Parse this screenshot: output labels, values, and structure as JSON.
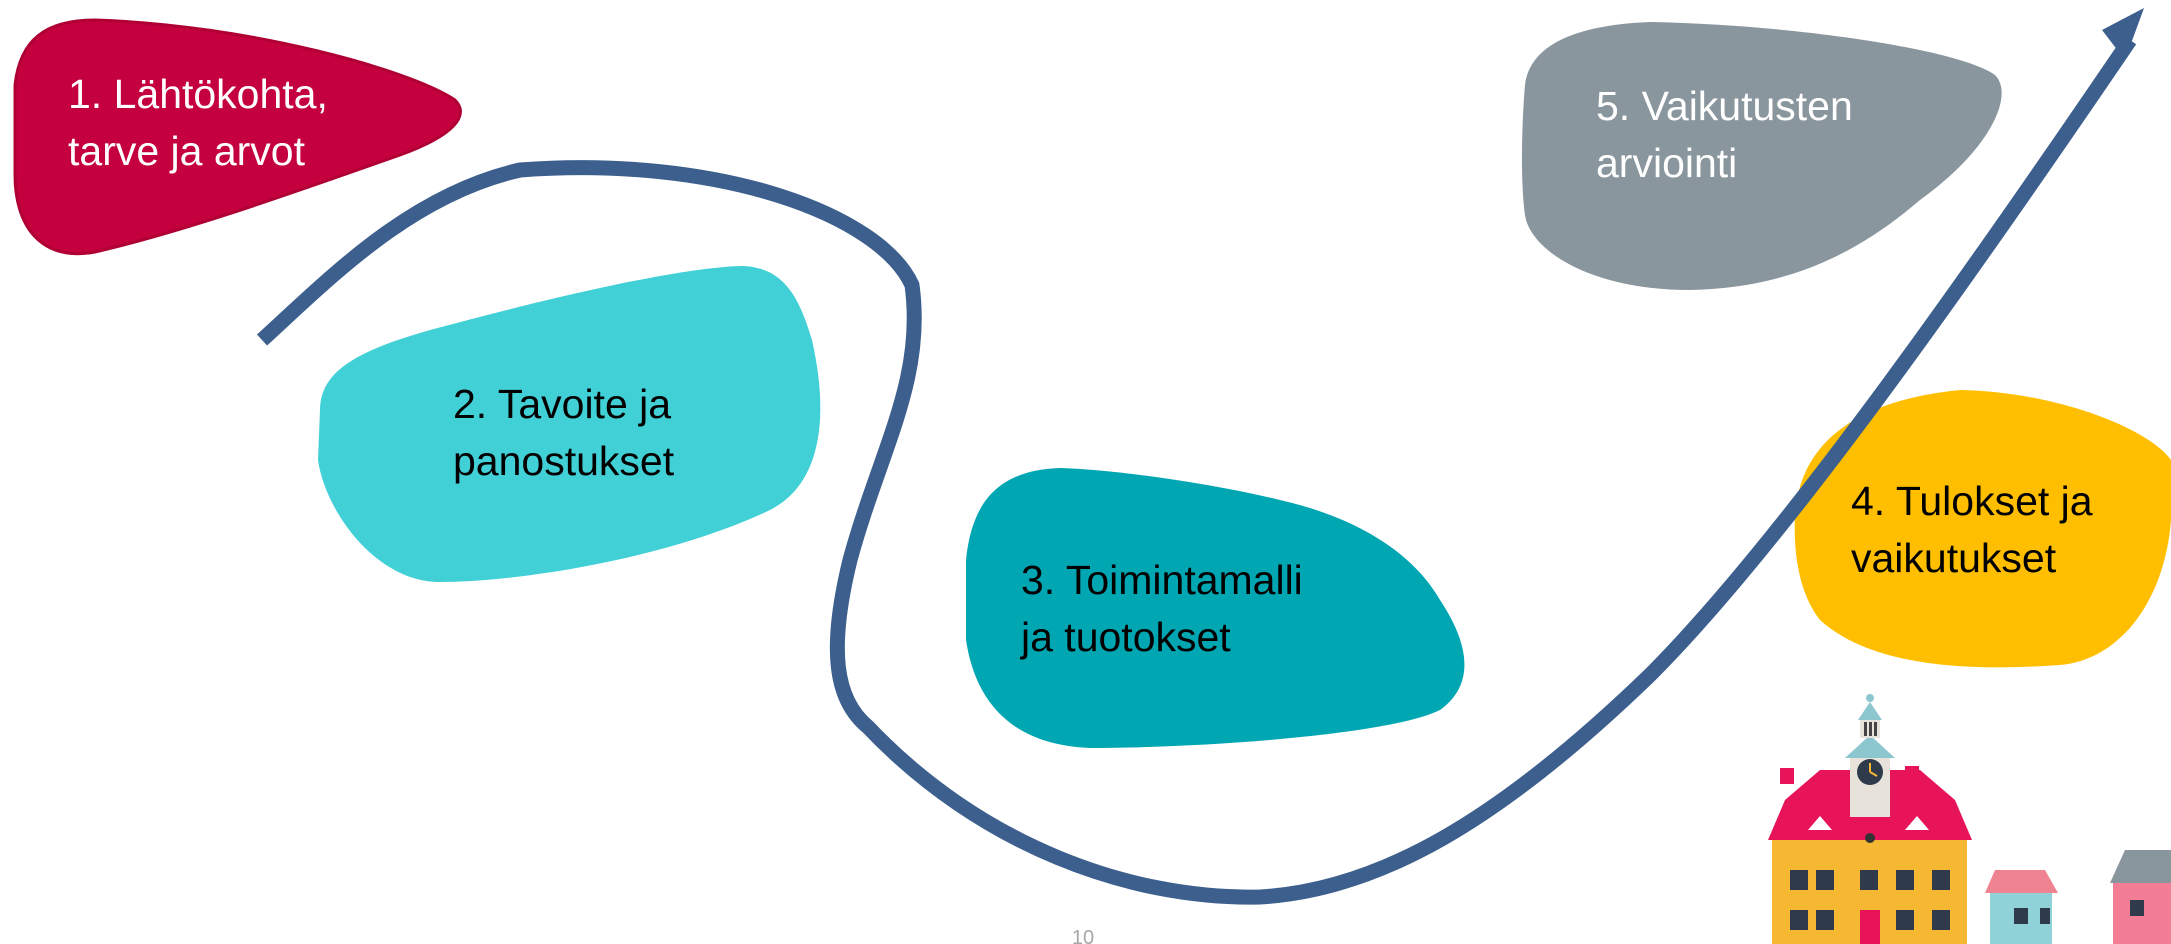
{
  "steps": [
    {
      "number": "1.",
      "lines": [
        "1. Lähtökohta,",
        "tarve ja arvot"
      ],
      "color": "#c4003f",
      "text_color": "#ffffff"
    },
    {
      "number": "2.",
      "lines": [
        "2. Tavoite ja",
        "panostukset"
      ],
      "color": "#40d0d6",
      "text_color": "#000000"
    },
    {
      "number": "3.",
      "lines": [
        "3. Toimintamalli",
        "ja tuotokset"
      ],
      "color": "#00a6b2",
      "text_color": "#000000"
    },
    {
      "number": "4.",
      "lines": [
        "4. Tulokset ja",
        "vaikutukset"
      ],
      "color": "#ffbf00",
      "text_color": "#000000"
    },
    {
      "number": "5.",
      "lines": [
        "5. Vaikutusten",
        "arviointi"
      ],
      "color": "#8a969d",
      "text_color": "#ffffff"
    }
  ],
  "path_color": "#3c5f8e",
  "page_number": "10",
  "illustration": {
    "subject": "town-hall-illustration",
    "colors": {
      "walls": "#f6b733",
      "roof": "#e8145a",
      "tower": "#e8e3da",
      "dome": "#8cc6cf",
      "small_house_roof": "#ef8391",
      "small_house_wall": "#8fd3d8",
      "grey_roof": "#8a969d",
      "pink_wall": "#f37d95"
    }
  }
}
